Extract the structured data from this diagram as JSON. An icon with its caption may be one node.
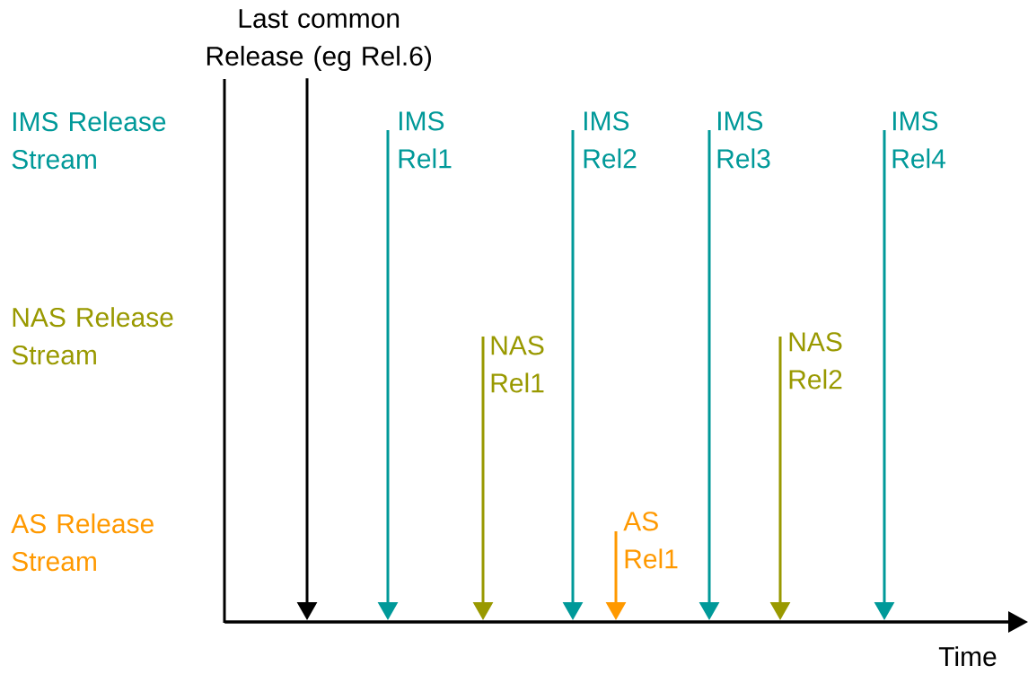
{
  "diagram": {
    "nodes": [
      {
        "text": [
          "Last common Release (eg Rel.6)"
        ]
      },
      {
        "text": [
          "IMS Rel1"
        ]
      },
      {
        "text": [
          "IMS Rel2"
        ]
      },
      {
        "text": [
          "IMS Rel3"
        ]
      },
      {
        "text": [
          "IMS Rel4"
        ]
      },
      {
        "text": [
          "NAS Rel1"
        ]
      },
      {
        "text": [
          "NAS Rel2"
        ]
      },
      {
        "text": [
          "AS Rel1"
        ]
      },
      {
        "text": [],
        "shape": "arrow"
      }
    ],
    "edges": [
      {
        "from": 0,
        "to": 8,
        "arrow": "to",
        "color": "#000000"
      },
      {
        "from": 1,
        "to": 8,
        "arrow": "to",
        "color": "#009999"
      },
      {
        "from": 2,
        "to": 8,
        "arrow": "to",
        "color": "#009999"
      },
      {
        "from": 3,
        "to": 8,
        "arrow": "to",
        "color": "#009999"
      },
      {
        "from": 4,
        "to": 8,
        "arrow": "to",
        "color": "#009999"
      },
      {
        "from": 5,
        "to": 8,
        "arrow": "to",
        "color": "#999900"
      },
      {
        "from": 6,
        "to": 8,
        "arrow": "to",
        "color": "#999900"
      },
      {
        "from": 7,
        "to": 8,
        "arrow": "to",
        "color": "#ff9900"
      }
    ],
    "labels": [
      "IMS Release Stream",
      "NAS Release Stream",
      "AS Release Stream",
      "Time"
    ]
  }
}
